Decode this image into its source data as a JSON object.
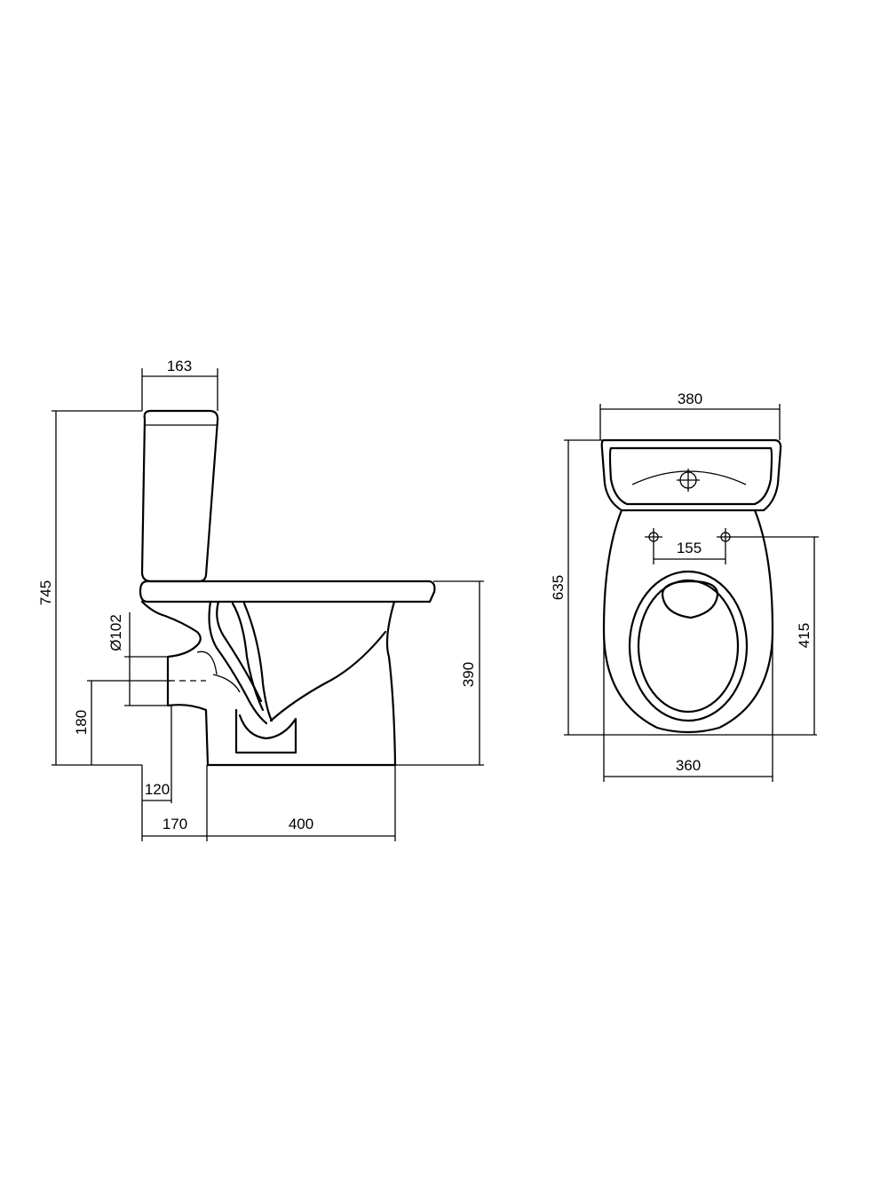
{
  "dimensions": {
    "side_view": {
      "cistern_depth": "163",
      "total_height": "745",
      "outlet_diameter": "Ø102",
      "outlet_height": "180",
      "seat_height": "390",
      "outlet_offset": "120",
      "rear_offset": "170",
      "base_length": "400"
    },
    "top_view": {
      "total_width": "380",
      "total_depth": "635",
      "hinge_spacing": "155",
      "bowl_depth": "415",
      "bowl_width": "360"
    }
  }
}
